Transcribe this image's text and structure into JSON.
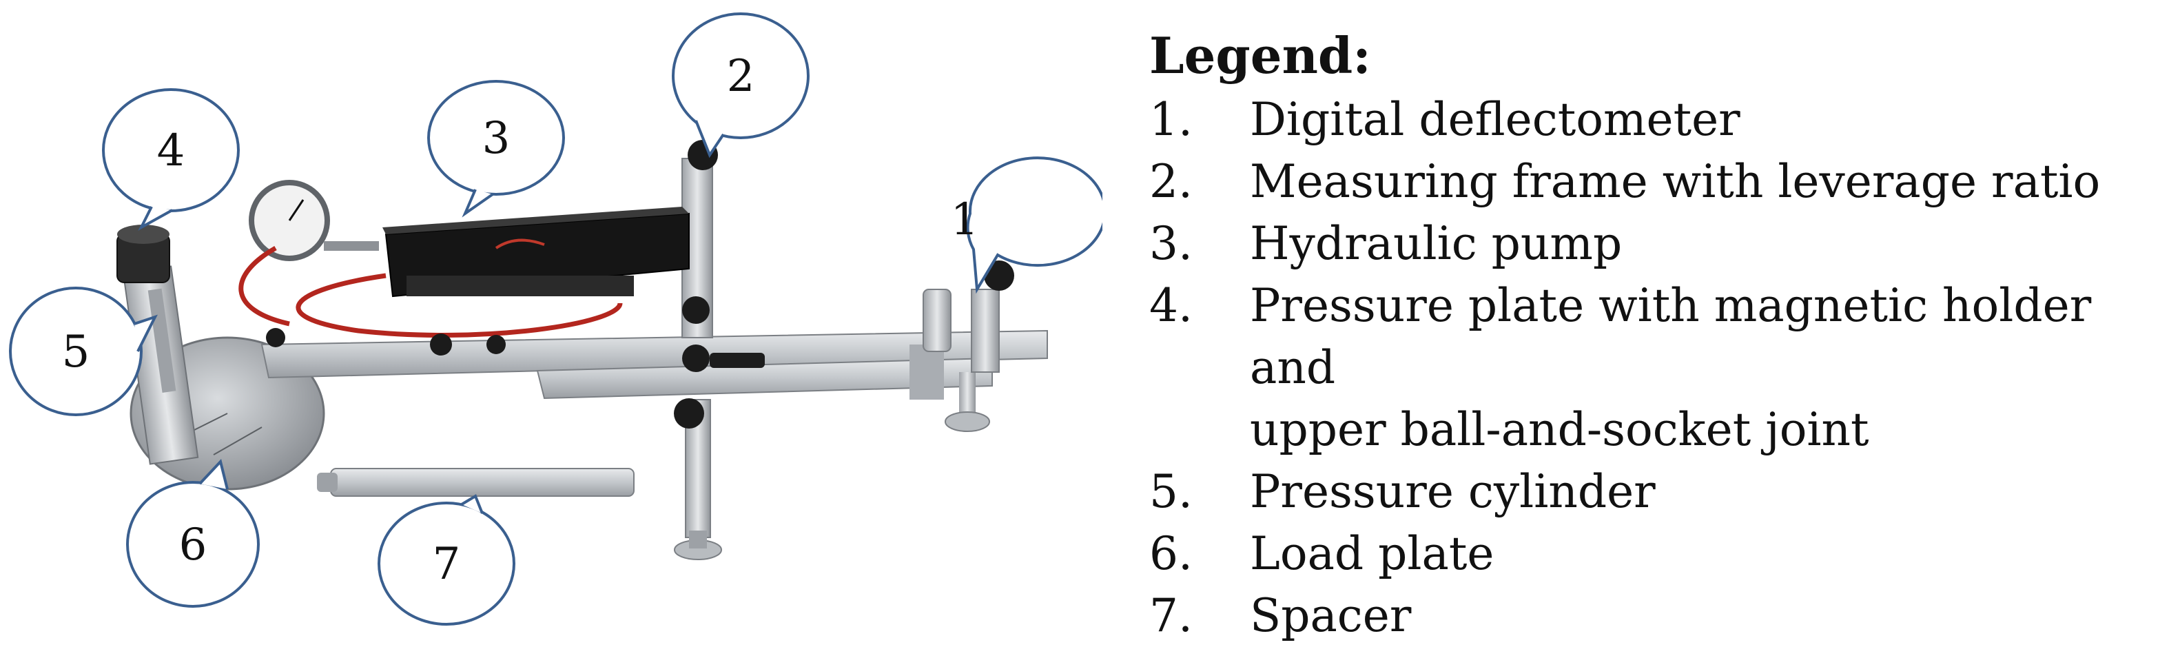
{
  "legend": {
    "title": "Legend:",
    "items": [
      {
        "num": "1.",
        "text": "Digital deflectometer"
      },
      {
        "num": "2.",
        "text": "Measuring frame with leverage ratio"
      },
      {
        "num": "3.",
        "text": "Hydraulic pump"
      },
      {
        "num": "4.",
        "text": "Pressure plate with magnetic holder and"
      },
      {
        "num": "",
        "text": "upper ball-and-socket joint"
      },
      {
        "num": "5.",
        "text": "Pressure cylinder"
      },
      {
        "num": "6.",
        "text": "Load plate"
      },
      {
        "num": "7.",
        "text": "Spacer"
      }
    ]
  },
  "callouts": [
    "1",
    "2",
    "3",
    "4",
    "5",
    "6",
    "7"
  ],
  "colors": {
    "callout_stroke": "#3a5f8f",
    "aluminium": "#c9ccd0",
    "aluminium_dark": "#8d9196",
    "knob": "#1b1b1b",
    "pump_body": "#141414",
    "hose": "#b3261e"
  }
}
